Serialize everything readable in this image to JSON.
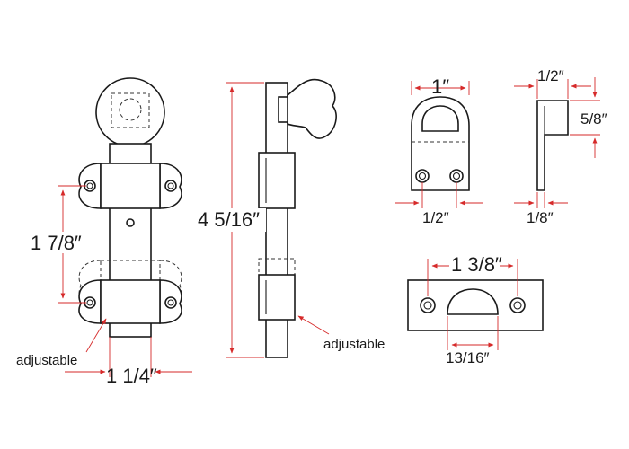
{
  "labels": {
    "front_height": "1 7/8″",
    "front_width": "1 1/4″",
    "front_adjustable": "adjustable",
    "side_height": "4 5/16″",
    "side_adjustable": "adjustable",
    "keeper_width": "1″",
    "keeper_holes": "1/2″",
    "keeper_side_width": "1/2″",
    "keeper_side_height": "5/8″",
    "keeper_side_thickness": "1/8″",
    "plate_holes": "1 3/8″",
    "plate_cutout": "13/16″"
  },
  "colors": {
    "outline": "#1a1a1a",
    "dimension": "#d62a2a"
  }
}
